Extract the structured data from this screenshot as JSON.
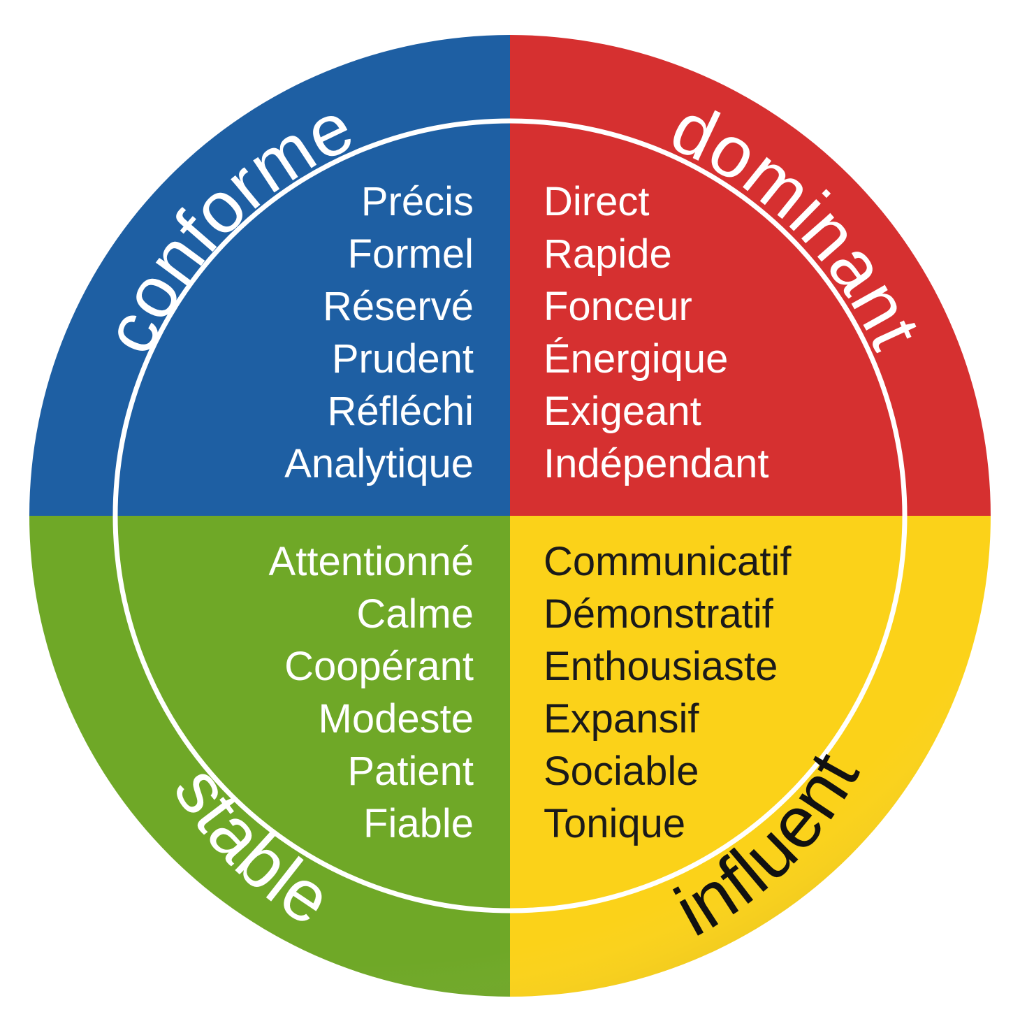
{
  "quadrants": [
    {
      "key": "conforme",
      "label": "conforme",
      "color": "#1e5fa3",
      "text_color": "#ffffff",
      "traits": [
        "Précis",
        "Formel",
        "Réservé",
        "Prudent",
        "Réfléchi",
        "Analytique"
      ]
    },
    {
      "key": "dominant",
      "label": "dominant",
      "color": "#d63030",
      "text_color": "#ffffff",
      "traits": [
        "Direct",
        "Rapide",
        "Fonceur",
        "Énergique",
        "Exigeant",
        "Indépendant"
      ]
    },
    {
      "key": "stable",
      "label": "stable",
      "color": "#6fa827",
      "text_color": "#ffffff",
      "traits": [
        "Attentionné",
        "Calme",
        "Coopérant",
        "Modeste",
        "Patient",
        "Fiable"
      ]
    },
    {
      "key": "influent",
      "label": "influent",
      "color": "#fbd219",
      "text_color": "#1a1a1a",
      "traits": [
        "Communicatif",
        "Démonstratif",
        "Enthousiaste",
        "Expansif",
        "Sociable",
        "Tonique"
      ]
    }
  ]
}
